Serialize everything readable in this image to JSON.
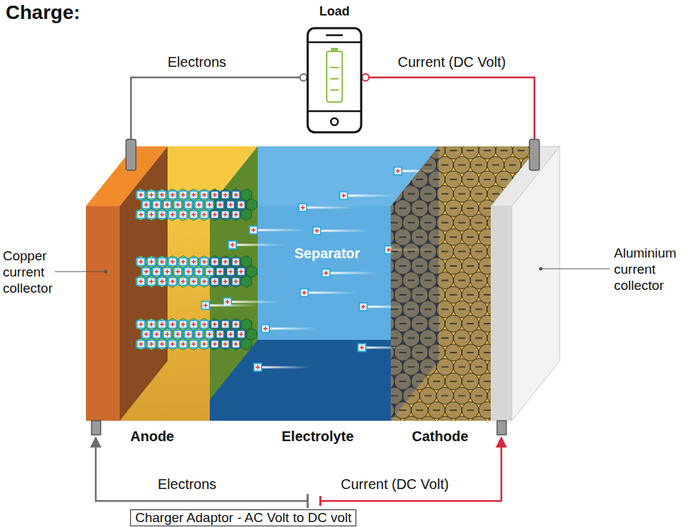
{
  "diagram": {
    "title": "Charge:",
    "nodes": [
      {
        "text": [
          "Load"
        ]
      },
      {
        "text": [
          "Charger Adaptor - AC Volt to DC volt"
        ]
      }
    ],
    "labels": [
      "Electrons",
      "Current (DC Volt)",
      "Separator",
      "Copper current collector",
      "Aluminium current collector",
      "Anode",
      "Electrolyte",
      "Cathode",
      "Electrons",
      "Current (DC Volt)"
    ]
  }
}
